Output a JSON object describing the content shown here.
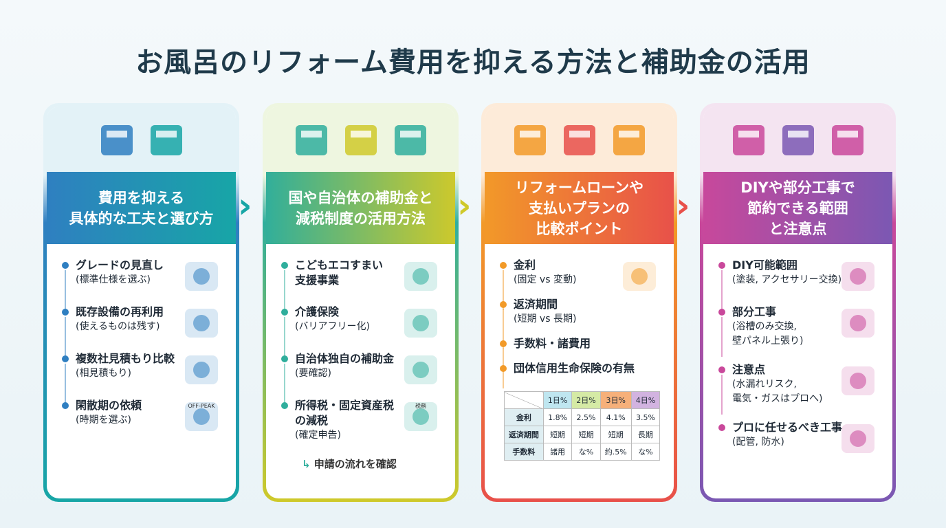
{
  "title": "お風呂のリフォーム費用を抑える方法と補助金の活用",
  "colors": {
    "col1": "#2a86bf",
    "col2": "#5bb37c",
    "col3": "#ee7a33",
    "col4": "#a44fa3"
  },
  "columns": [
    {
      "heading": "費用を抑える\n具体的な工夫と選び方",
      "icons": [
        "calculator-icon",
        "exchange-arrows-icon"
      ],
      "items": [
        {
          "title": "グレードの見直し",
          "sub": "(標準仕様を選ぶ)",
          "icon": "bathtub-icon"
        },
        {
          "title": "既存設備の再利用",
          "sub": "(使えるものは残す)",
          "icon": "faucet-icon"
        },
        {
          "title": "複数社見積もり比較",
          "sub": "(相見積もり)",
          "icon": "documents-icon"
        },
        {
          "title": "閑散期の依頼",
          "sub": "(時期を選ぶ)",
          "icon": "calendar-icon",
          "icon_text": "OFF-PEAK"
        }
      ]
    },
    {
      "heading": "国や自治体の補助金と\n減税制度の活用方法",
      "icons": [
        "money-bag-icon",
        "government-building-icon",
        "document-dollar-icon"
      ],
      "items": [
        {
          "title": "こどもエコすまい\n支援事業",
          "sub": "",
          "icon": "family-icon"
        },
        {
          "title": "介護保険",
          "sub": "(バリアフリー化)",
          "icon": "handrail-icon"
        },
        {
          "title": "自治体独自の補助金",
          "sub": "(要確認)",
          "icon": "map-pin-icon"
        },
        {
          "title": "所得税・固定資産税\nの減税",
          "sub": "(確定申告)",
          "icon": "tax-form-icon",
          "icon_text": "税務"
        }
      ],
      "link": "申請の流れを確認"
    },
    {
      "heading": "リフォームローンや\n支払いプランの\n比較ポイント",
      "icons": [
        "bank-icon",
        "credit-card-icon",
        "scale-icon"
      ],
      "items": [
        {
          "title": "金利",
          "sub": "(固定 vs 変動)",
          "icon": "card-scale-icon"
        },
        {
          "title": "返済期間",
          "sub": "(短期 vs 長期)"
        },
        {
          "title": "手数料・諸費用",
          "sub": ""
        },
        {
          "title": "団体信用生命保険の有無",
          "sub": ""
        }
      ],
      "table": {
        "headers": [
          "1日%",
          "2日%",
          "3日%",
          "4日%"
        ],
        "header_colors": [
          "#bfe6f0",
          "#d5eaa5",
          "#f6b07a",
          "#d2b3e0"
        ],
        "rows": [
          {
            "label": "金利",
            "cells": [
              "1.8%",
              "2.5%",
              "4.1%",
              "3.5%"
            ]
          },
          {
            "label": "返済期間",
            "cells": [
              "短期",
              "短期",
              "短期",
              "長期"
            ]
          },
          {
            "label": "手数料",
            "cells": [
              "諸用",
              "な%",
              "約.5%",
              "な%"
            ]
          }
        ]
      }
    },
    {
      "heading": "DIYや部分工事で\n節約できる範囲\nと注意点",
      "icons": [
        "wrench-screwdriver-icon",
        "paintbrush-icon",
        "warning-icon"
      ],
      "items": [
        {
          "title": "DIY可能範囲",
          "sub": "(塗装, アクセサリー交換)",
          "icon": "painter-icon"
        },
        {
          "title": "部分工事",
          "sub": "(浴槽のみ交換,\n壁パネル上張り)",
          "icon": "shower-icon"
        },
        {
          "title": "注意点",
          "sub": "(水漏れリスク,\n電気・ガスはプロへ)",
          "icon": "leaking-pipe-icon"
        },
        {
          "title": "プロに任せるべき工事",
          "sub": "(配管, 防水)",
          "icon": "quality-badge-icon"
        }
      ]
    }
  ]
}
